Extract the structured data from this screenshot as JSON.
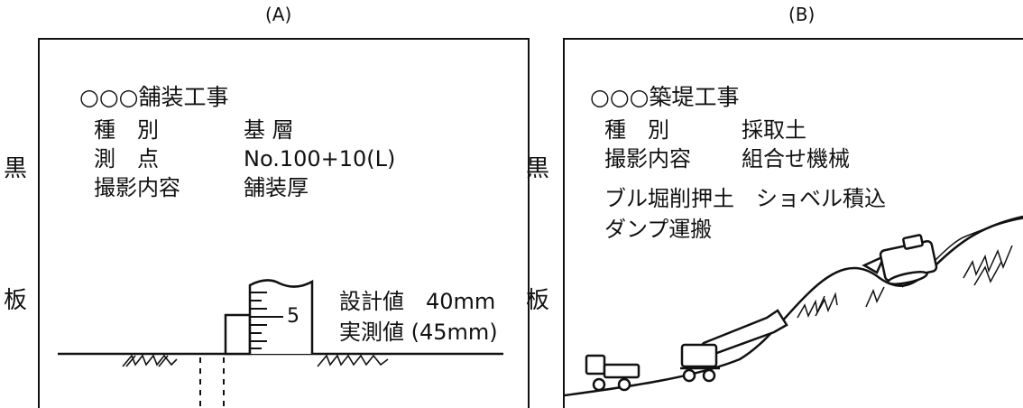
{
  "panels": [
    {
      "label": "(A)",
      "side_labels": [
        "黒",
        "板"
      ],
      "project": "○○○舗装工事",
      "rows": [
        {
          "key": "種　別",
          "value": "基 層"
        },
        {
          "key": "測　点",
          "value": "No.100+10(L)"
        },
        {
          "key": "撮影内容",
          "value": "舗装厚"
        }
      ],
      "gauge_mark": "5",
      "design_value": "設計値　40mm",
      "measured_value": "実測値 (45mm)"
    },
    {
      "label": "(B)",
      "side_labels": [
        "黒",
        "板"
      ],
      "project": "○○○築堤工事",
      "rows": [
        {
          "key": "種　別",
          "value": "採取土"
        },
        {
          "key": "撮影内容",
          "value": "組合せ機械"
        }
      ],
      "description_lines": [
        "ブル堀削押土　ショベル積込",
        "ダンプ運搬"
      ]
    }
  ]
}
